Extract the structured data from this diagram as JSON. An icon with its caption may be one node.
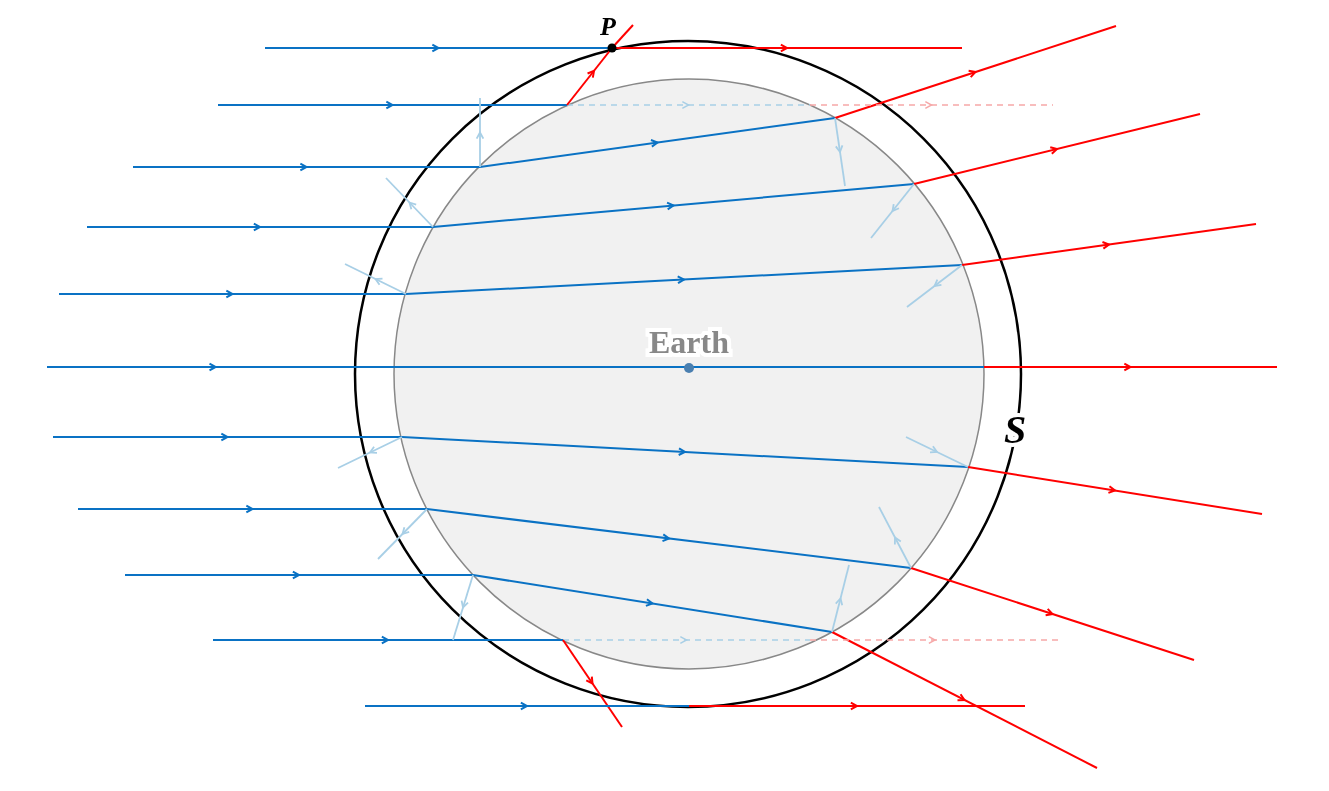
{
  "diagram": {
    "nodes": [
      {
        "text": [
          "S"
        ]
      },
      {
        "text": [
          "Earth"
        ],
        "in": 0
      }
    ],
    "labels": [
      "P"
    ]
  }
}
